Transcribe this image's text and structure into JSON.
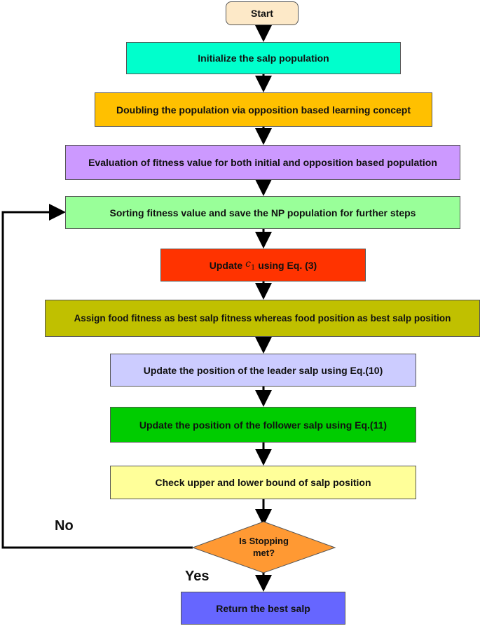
{
  "flowchart": {
    "start": "Start",
    "step_init": "Initialize the salp population",
    "step_doubling": "Doubling the population  via opposition based learning concept",
    "step_evaluation": "Evaluation of fitness value for both initial and opposition based population",
    "step_sorting": "Sorting fitness value and save the NP population for further steps",
    "step_update_c1": {
      "prefix": "Update ",
      "var": "c",
      "sub": "1",
      "suffix": " using Eq. (3)"
    },
    "step_assign": "Assign food fitness as best salp fitness whereas food position as best salp position",
    "step_leader": "Update the position of the leader salp using Eq.(10)",
    "step_follower": "Update the position of the follower salp using Eq.(11)",
    "step_check": "Check upper and lower bound of salp position",
    "decision_line1": "Is Stopping",
    "decision_line2": "met?",
    "label_no": "No",
    "label_yes": "Yes",
    "end": "Return the best salp"
  },
  "colors": {
    "start": "#fde9c8",
    "init": "#00ffcc",
    "doubling": "#ffc000",
    "evaluation": "#cc99ff",
    "sorting": "#99ff99",
    "update_c1": "#ff3300",
    "assign": "#c0c000",
    "leader": "#ccccff",
    "follower": "#00cc00",
    "check": "#ffff99",
    "decision": "#ff9933",
    "end": "#6666ff"
  }
}
